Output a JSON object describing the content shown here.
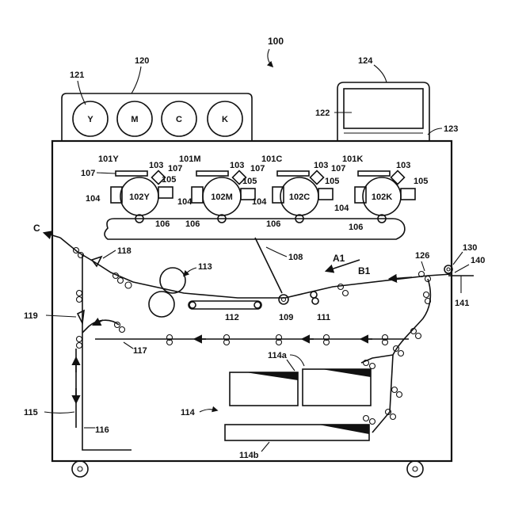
{
  "figure": {
    "ref_main": "100",
    "ink_unit": {
      "ref": "120",
      "cartridges": [
        "Y",
        "M",
        "C",
        "K"
      ],
      "cartridge_ref": "121"
    },
    "control_panel": {
      "ref": "124",
      "display_ref": "122",
      "base_ref": "123"
    },
    "image_stations": [
      {
        "unit": "101Y",
        "drum": "102Y"
      },
      {
        "unit": "101M",
        "drum": "102M"
      },
      {
        "unit": "101C",
        "drum": "102C"
      },
      {
        "unit": "101K",
        "drum": "102K"
      }
    ],
    "station_refs": {
      "exposure": "107",
      "charger": "103",
      "developer": "105",
      "cleaner": "104",
      "transfer": "106"
    },
    "labels": {
      "belt": "108",
      "fuser": "113",
      "conveyor": "112",
      "reg_roller": "109",
      "path_roller": "111",
      "switch_upper": "118",
      "switch_lower": "119",
      "duplex_path": "117",
      "trays": "114",
      "tray_upper": "114a",
      "tray_lower": "114b",
      "reverse_path": "115",
      "reverse_guide": "116",
      "manual_feed": "126",
      "bypass_a": "130",
      "bypass_b": "140",
      "bypass_tray": "141",
      "arrow_a1": "A1",
      "arrow_b1": "B1",
      "exit": "C"
    }
  }
}
